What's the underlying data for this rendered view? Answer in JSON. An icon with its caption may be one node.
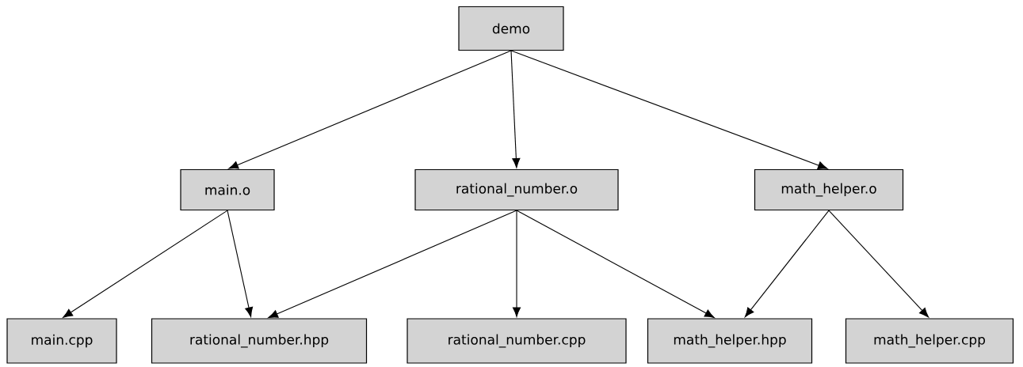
{
  "diagram": {
    "nodes": [
      {
        "text": [
          "demo"
        ]
      },
      {
        "text": [
          "main.o"
        ]
      },
      {
        "text": [
          "rational_number.o"
        ]
      },
      {
        "text": [
          "math_helper.o"
        ]
      },
      {
        "text": [
          "main.cpp"
        ]
      },
      {
        "text": [
          "rational_number.hpp"
        ]
      },
      {
        "text": [
          "rational_number.cpp"
        ]
      },
      {
        "text": [
          "math_helper.hpp"
        ]
      },
      {
        "text": [
          "math_helper.cpp"
        ]
      }
    ],
    "edges": [
      {
        "from": 0,
        "to": 1,
        "arrow": "to"
      },
      {
        "from": 0,
        "to": 2,
        "arrow": "to"
      },
      {
        "from": 0,
        "to": 3,
        "arrow": "to"
      },
      {
        "from": 1,
        "to": 4,
        "arrow": "to"
      },
      {
        "from": 1,
        "to": 5,
        "arrow": "to"
      },
      {
        "from": 2,
        "to": 5,
        "arrow": "to"
      },
      {
        "from": 2,
        "to": 6,
        "arrow": "to"
      },
      {
        "from": 2,
        "to": 7,
        "arrow": "to"
      },
      {
        "from": 3,
        "to": 7,
        "arrow": "to"
      },
      {
        "from": 3,
        "to": 8,
        "arrow": "to"
      }
    ]
  }
}
